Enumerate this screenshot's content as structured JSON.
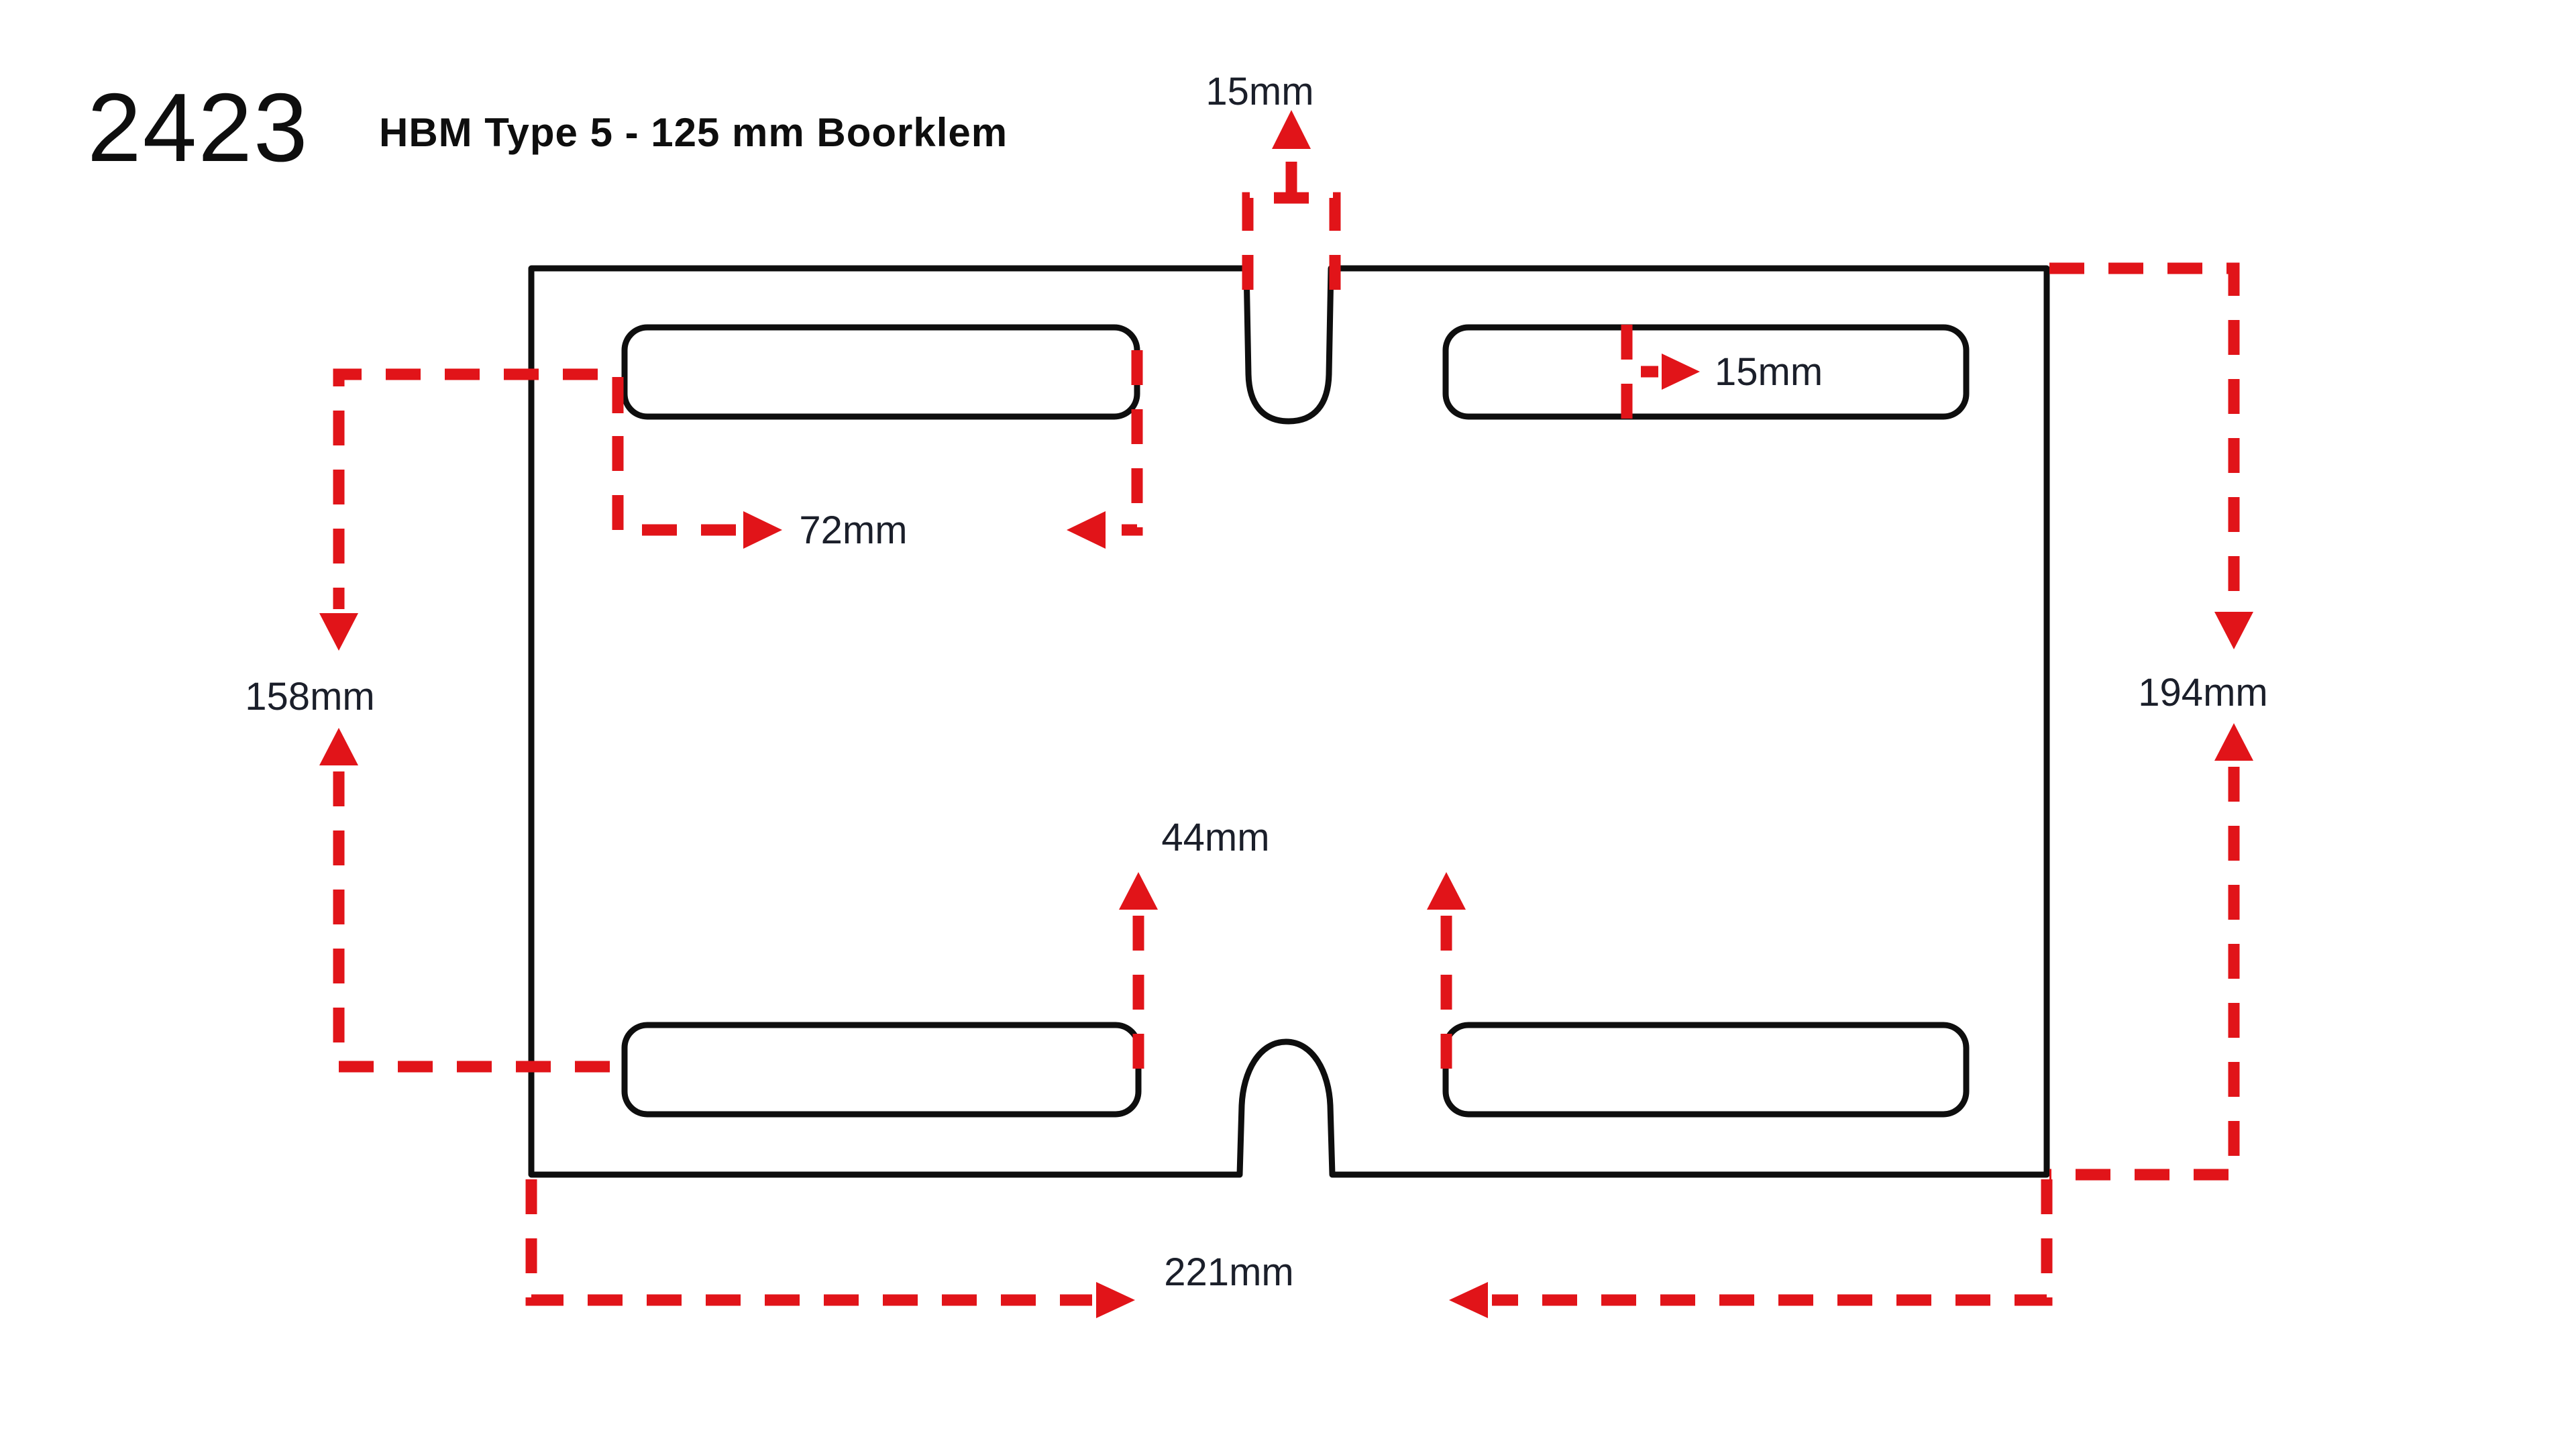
{
  "page": {
    "background": "#ffffff"
  },
  "header": {
    "part_number": "2423",
    "part_title": "HBM Type 5 - 125 mm Boorklem"
  },
  "colors": {
    "outline_black": "#0e0e0e",
    "dimension_red": "#e11419",
    "label_text": "#1b1f2a"
  },
  "dimensions": {
    "top_notch_width": "15mm",
    "slot_height": "15mm",
    "slot_length": "72mm",
    "left_span": "158mm",
    "right_span": "194mm",
    "center_gap": "44mm",
    "bottom_span": "221mm"
  }
}
